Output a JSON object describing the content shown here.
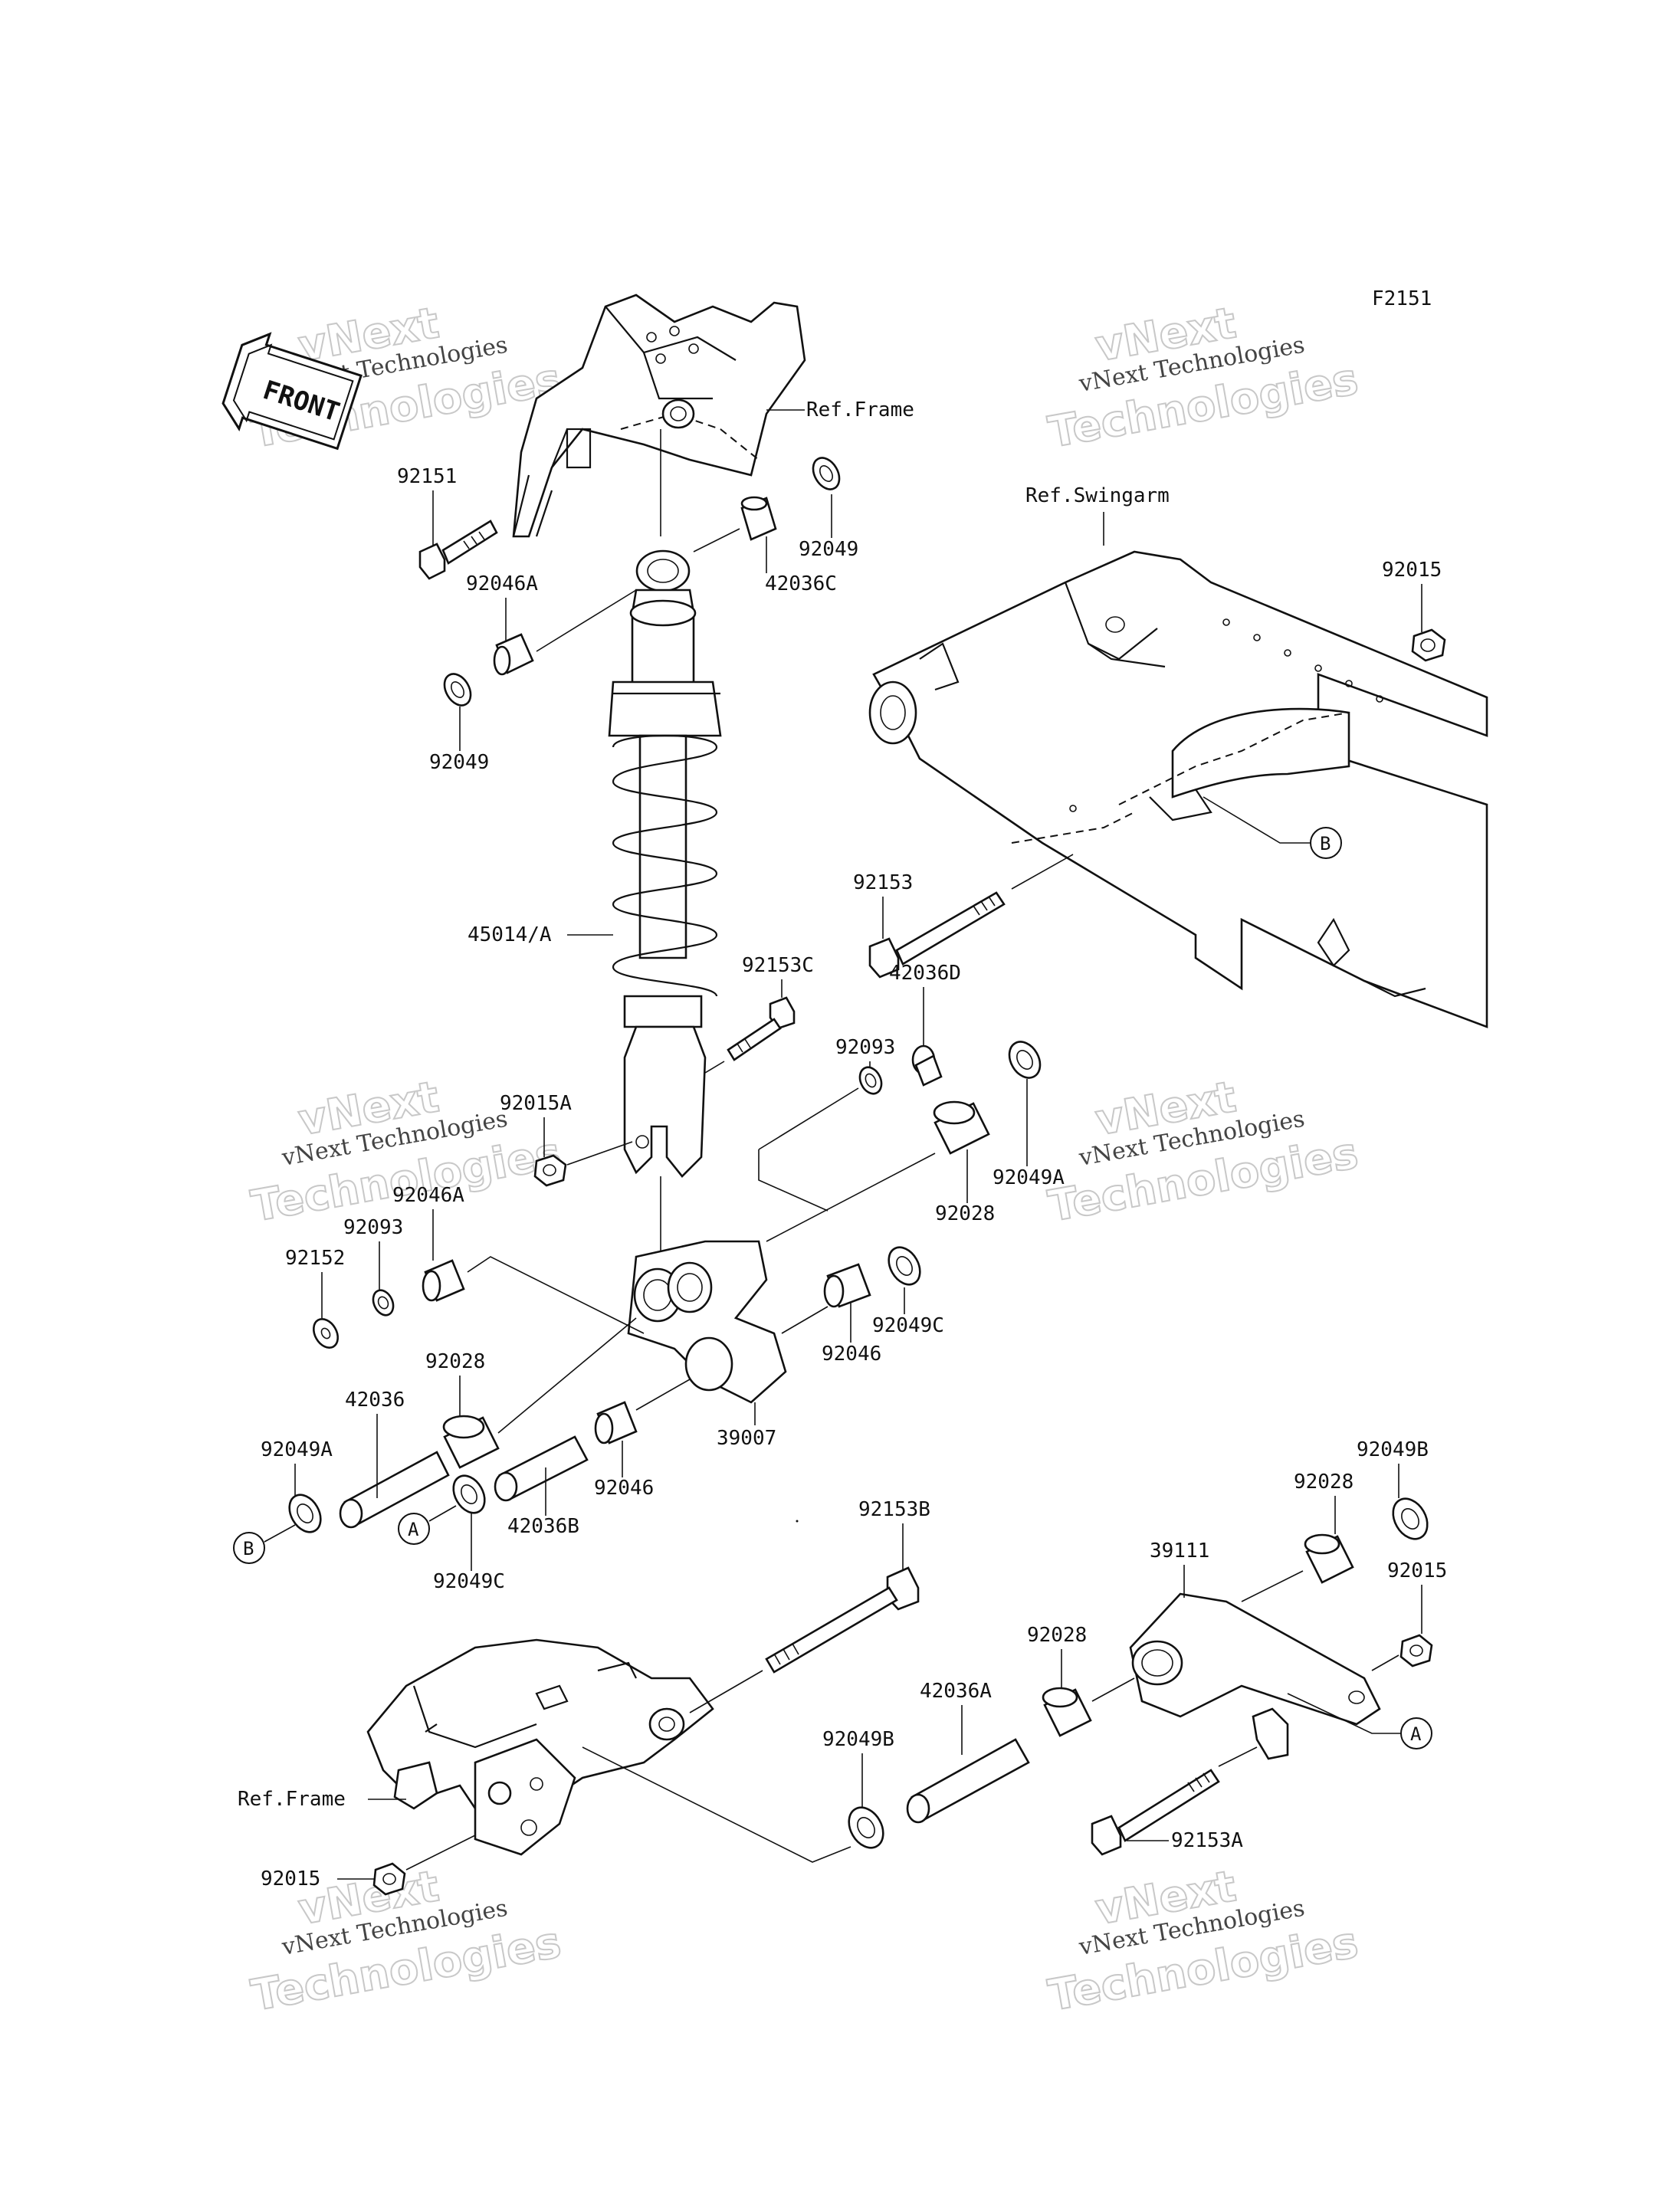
{
  "sheet_code": "F2151",
  "front_label": "FRONT",
  "references": {
    "frame_top": "Ref.Frame",
    "frame_bottom": "Ref.Frame",
    "swingarm": "Ref.Swingarm"
  },
  "callouts": {
    "A": "A",
    "B": "B"
  },
  "parts": [
    "92151",
    "92046A",
    "42036C",
    "92049",
    "92049",
    "45014/A",
    "92015",
    "92153",
    "92153C",
    "42036D",
    "92093",
    "92015A",
    "92049A",
    "92028",
    "92046A",
    "92093",
    "92152",
    "92046",
    "92049C",
    "92028",
    "39007",
    "42036",
    "92049A",
    "92046",
    "42036B",
    "92049C",
    "92153B",
    "92049B",
    "92028",
    "92015",
    "39111",
    "92028",
    "42036A",
    "92049B",
    "92015",
    "92153A"
  ],
  "watermark": {
    "line1": "vNext",
    "line2": "vNext Technologies",
    "line3": "Technologies"
  }
}
